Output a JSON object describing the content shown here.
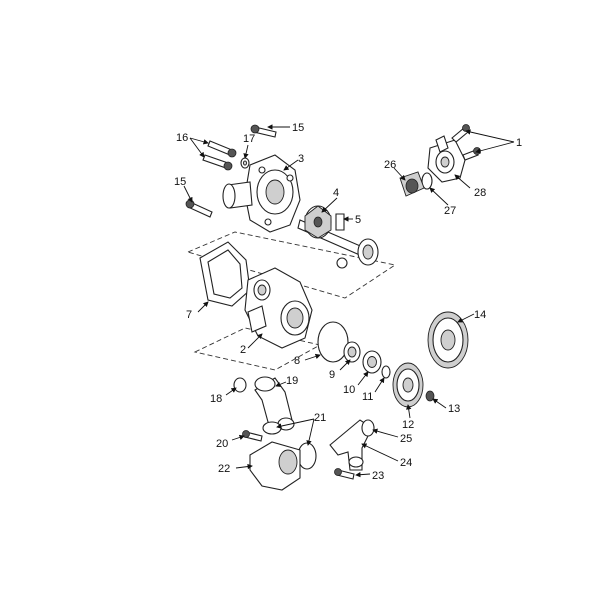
{
  "callouts": {
    "c1": "1",
    "c2": "2",
    "c3": "3",
    "c4": "4",
    "c5": "5",
    "c7": "7",
    "c8": "8",
    "c9": "9",
    "c10": "10",
    "c11": "11",
    "c12": "12",
    "c13": "13",
    "c14": "14",
    "c15a": "15",
    "c15b": "15",
    "c16": "16",
    "c17": "17",
    "c18": "18",
    "c19": "19",
    "c20": "20",
    "c21": "21",
    "c22": "22",
    "c23": "23",
    "c24": "24",
    "c25": "25",
    "c26": "26",
    "c27": "27",
    "c28": "28"
  },
  "colors": {
    "line": "#222222",
    "fill": "#ffffff",
    "shade": "#cfcfcf"
  }
}
